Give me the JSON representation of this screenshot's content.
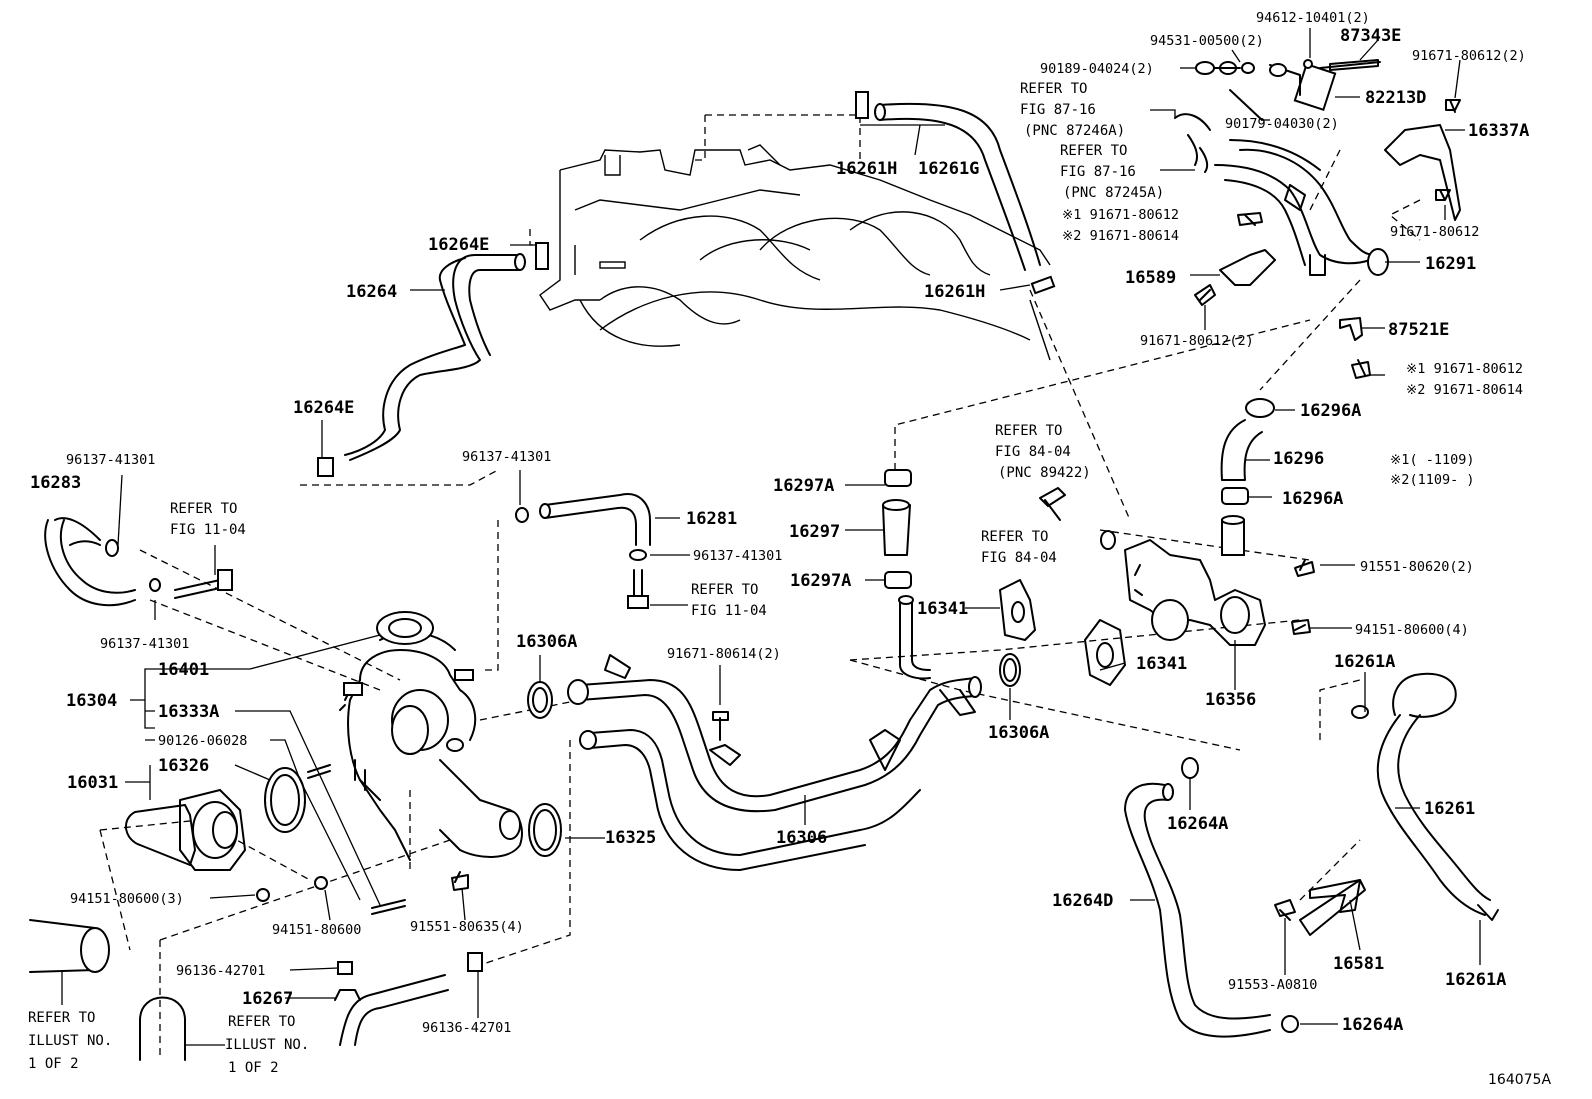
{
  "diagram": {
    "figure_id": "164075A",
    "labels": {
      "p94612": "94612-10401(2)",
      "p87343E": "87343E",
      "p94531": "94531-00500(2)",
      "p91671_80612_2_top": "91671-80612(2)",
      "p90189": "90189-04024(2)",
      "p82213D": "82213D",
      "ref_a1": "REFER TO",
      "ref_a2": "FIG 87-16",
      "ref_a3": "(PNC 87246A)",
      "p90179": "90179-04030(2)",
      "p16337A": "16337A",
      "ref_b1": "REFER TO",
      "ref_b2": "FIG 87-16",
      "ref_b3": "(PNC 87245A)",
      "p16261H_top": "16261H",
      "p16261G": "16261G",
      "n1_a": "※1 91671-80612",
      "n2_a": "※2 91671-80614",
      "p91671_80612_r": "91671-80612",
      "p16264E_top": "16264E",
      "p16291": "16291",
      "p16589": "16589",
      "p16264": "16264",
      "p16261H_mid": "16261H",
      "p91671_80612_2_mid": "91671-80612(2)",
      "p87521E": "87521E",
      "n1_b": "※1 91671-80612",
      "n2_b": "※2 91671-80614",
      "p16264E_left": "16264E",
      "p16296A_top": "16296A",
      "ref_c1": "REFER TO",
      "ref_c2": "FIG 84-04",
      "ref_c3": "(PNC 89422)",
      "note1": "※1(   -1109)",
      "note2": "※2(1109-   )",
      "p96137_tl": "96137-41301",
      "p96137_tm": "96137-41301",
      "p16296": "16296",
      "p16283": "16283",
      "p16297A_top": "16297A",
      "ref_d1": "REFER TO",
      "ref_d2": "FIG 11-04",
      "p16296A_bot": "16296A",
      "p16281": "16281",
      "p16297": "16297",
      "ref_e1": "REFER TO",
      "ref_e2": "FIG 84-04",
      "p96137_mid": "96137-41301",
      "p91551_80620": "91551-80620(2)",
      "p16297A_bot": "16297A",
      "ref_f1": "REFER TO",
      "ref_f2": "FIG 11-04",
      "p16341_top": "16341",
      "p96137_bl": "96137-41301",
      "p94151_80600_4": "94151-80600(4)",
      "p16306A_top": "16306A",
      "p91671_80614_2": "91671-80614(2)",
      "p16261A_top": "16261A",
      "p16401": "16401",
      "p16341_mid": "16341",
      "p16304": "16304",
      "p16333A": "16333A",
      "p16356": "16356",
      "p16306A_bot": "16306A",
      "p90126": "90126-06028",
      "p16031": "16031",
      "p16326": "16326",
      "p16261": "16261",
      "p16264A_top": "16264A",
      "p16325": "16325",
      "p16306": "16306",
      "p94151_80600_3": "94151-80600(3)",
      "p16264D": "16264D",
      "p94151_80600": "94151-80600",
      "p91551_80635": "91551-80635(4)",
      "p16581": "16581",
      "p16261A_bot": "16261A",
      "p96136_upper": "96136-42701",
      "p91553": "91553-A0810",
      "p16267": "16267",
      "ref_g1": "REFER TO",
      "ref_g2": "ILLUST NO.",
      "ref_g3": "1 OF 2",
      "ref_h1": "REFER TO",
      "ref_h2": "ILLUST NO.",
      "ref_h3": "1 OF 2",
      "p96136_lower": "96136-42701",
      "p16264A_bot": "16264A"
    }
  }
}
